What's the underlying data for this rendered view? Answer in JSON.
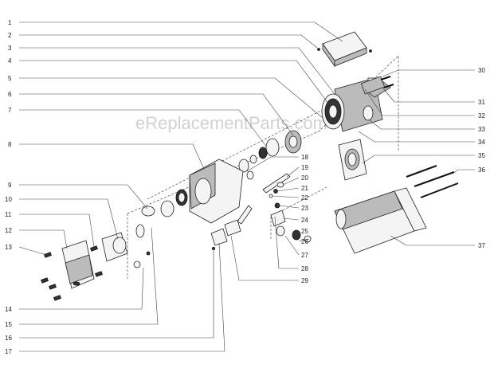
{
  "watermark": "eReplacementParts.com",
  "callouts_left": [
    "1",
    "2",
    "3",
    "4",
    "5",
    "6",
    "7",
    "8",
    "9",
    "10",
    "11",
    "12",
    "13",
    "14",
    "15",
    "16",
    "17"
  ],
  "callouts_right": [
    "30",
    "31",
    "32",
    "33",
    "34",
    "35",
    "36",
    "37"
  ],
  "callouts_mid": [
    "18",
    "19",
    "20",
    "21",
    "22",
    "23",
    "24",
    "25",
    "26",
    "27",
    "28",
    "29"
  ]
}
